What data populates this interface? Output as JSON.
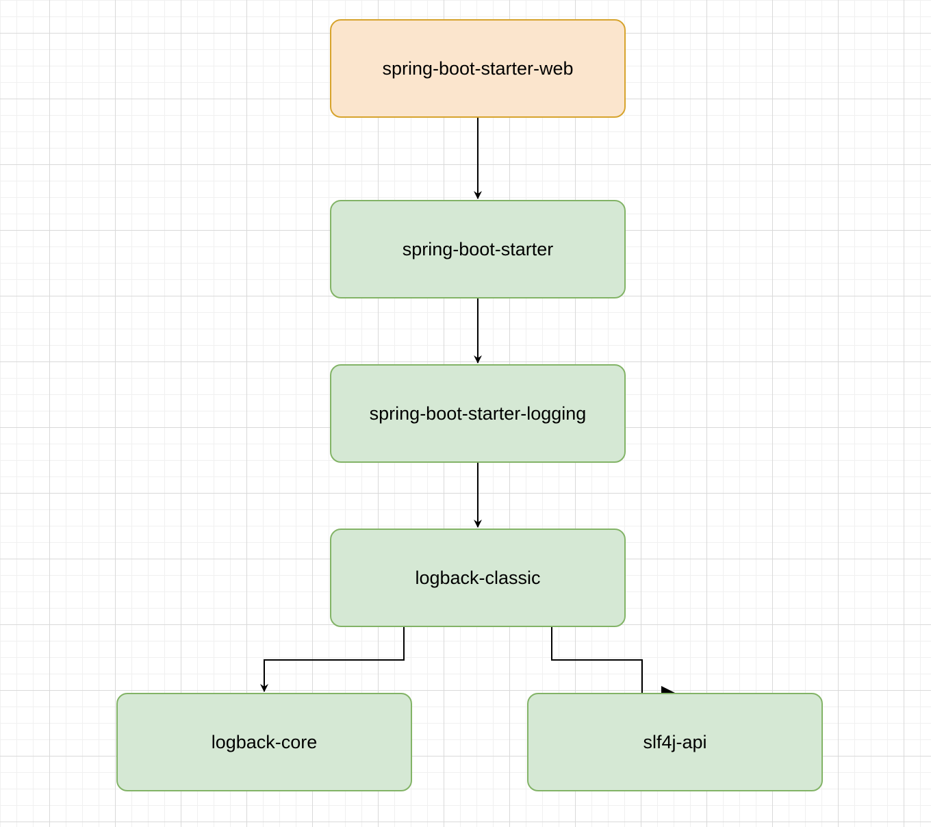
{
  "diagram": {
    "nodes": [
      {
        "id": "web",
        "label": "spring-boot-starter-web",
        "style": "root",
        "fill": "#fbe5cd",
        "stroke": "#d6a32c"
      },
      {
        "id": "starter",
        "label": "spring-boot-starter",
        "style": "child",
        "fill": "#d5e8d4",
        "stroke": "#82b366"
      },
      {
        "id": "logging",
        "label": "spring-boot-starter-logging",
        "style": "child",
        "fill": "#d5e8d4",
        "stroke": "#82b366"
      },
      {
        "id": "classic",
        "label": "logback-classic",
        "style": "child",
        "fill": "#d5e8d4",
        "stroke": "#82b366"
      },
      {
        "id": "core",
        "label": "logback-core",
        "style": "child",
        "fill": "#d5e8d4",
        "stroke": "#82b366"
      },
      {
        "id": "slf4j",
        "label": "slf4j-api",
        "style": "child",
        "fill": "#d5e8d4",
        "stroke": "#82b366"
      }
    ],
    "edges": [
      {
        "from": "web",
        "to": "starter"
      },
      {
        "from": "starter",
        "to": "logging"
      },
      {
        "from": "logging",
        "to": "classic"
      },
      {
        "from": "classic",
        "to": "core"
      },
      {
        "from": "classic",
        "to": "slf4j"
      }
    ]
  }
}
